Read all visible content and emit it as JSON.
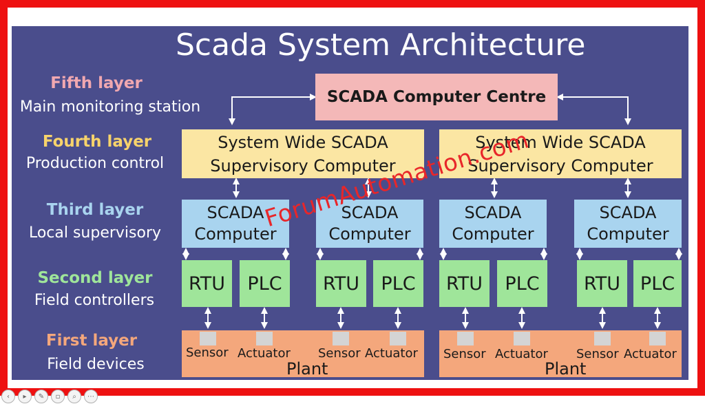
{
  "title": "Scada System Architecture",
  "layers": [
    {
      "name": "Fifth layer",
      "description": "Main monitoring station",
      "color": "#f1a8b0"
    },
    {
      "name": "Fourth layer",
      "description": "Production control",
      "color": "#f7d36b"
    },
    {
      "name": "Third layer",
      "description": "Local supervisory",
      "color": "#a9d4ef"
    },
    {
      "name": "Second layer",
      "description": "Field controllers",
      "color": "#9fe59a"
    },
    {
      "name": "First layer",
      "description": "Field devices",
      "color": "#f4a77c"
    }
  ],
  "centre": {
    "label": "SCADA Computer Centre"
  },
  "supervisory": {
    "line1": "System Wide SCADA",
    "line2": "Supervisory Computer"
  },
  "scada_computer": {
    "line1": "SCADA",
    "line2": "Computer"
  },
  "controllers": {
    "rtu": "RTU",
    "plc": "PLC"
  },
  "devices": {
    "sensor": "Sensor",
    "actuator": "Actuator"
  },
  "plant": "Plant",
  "watermark": "ForumAutomation.com",
  "colors": {
    "frame": "#ee1111",
    "background": "#4a4d8c",
    "centre": "#f4b8b8",
    "supervisory": "#fbe6a3",
    "scada": "#a9d4ef",
    "controller": "#9fe59a",
    "plant": "#f4a77c"
  }
}
